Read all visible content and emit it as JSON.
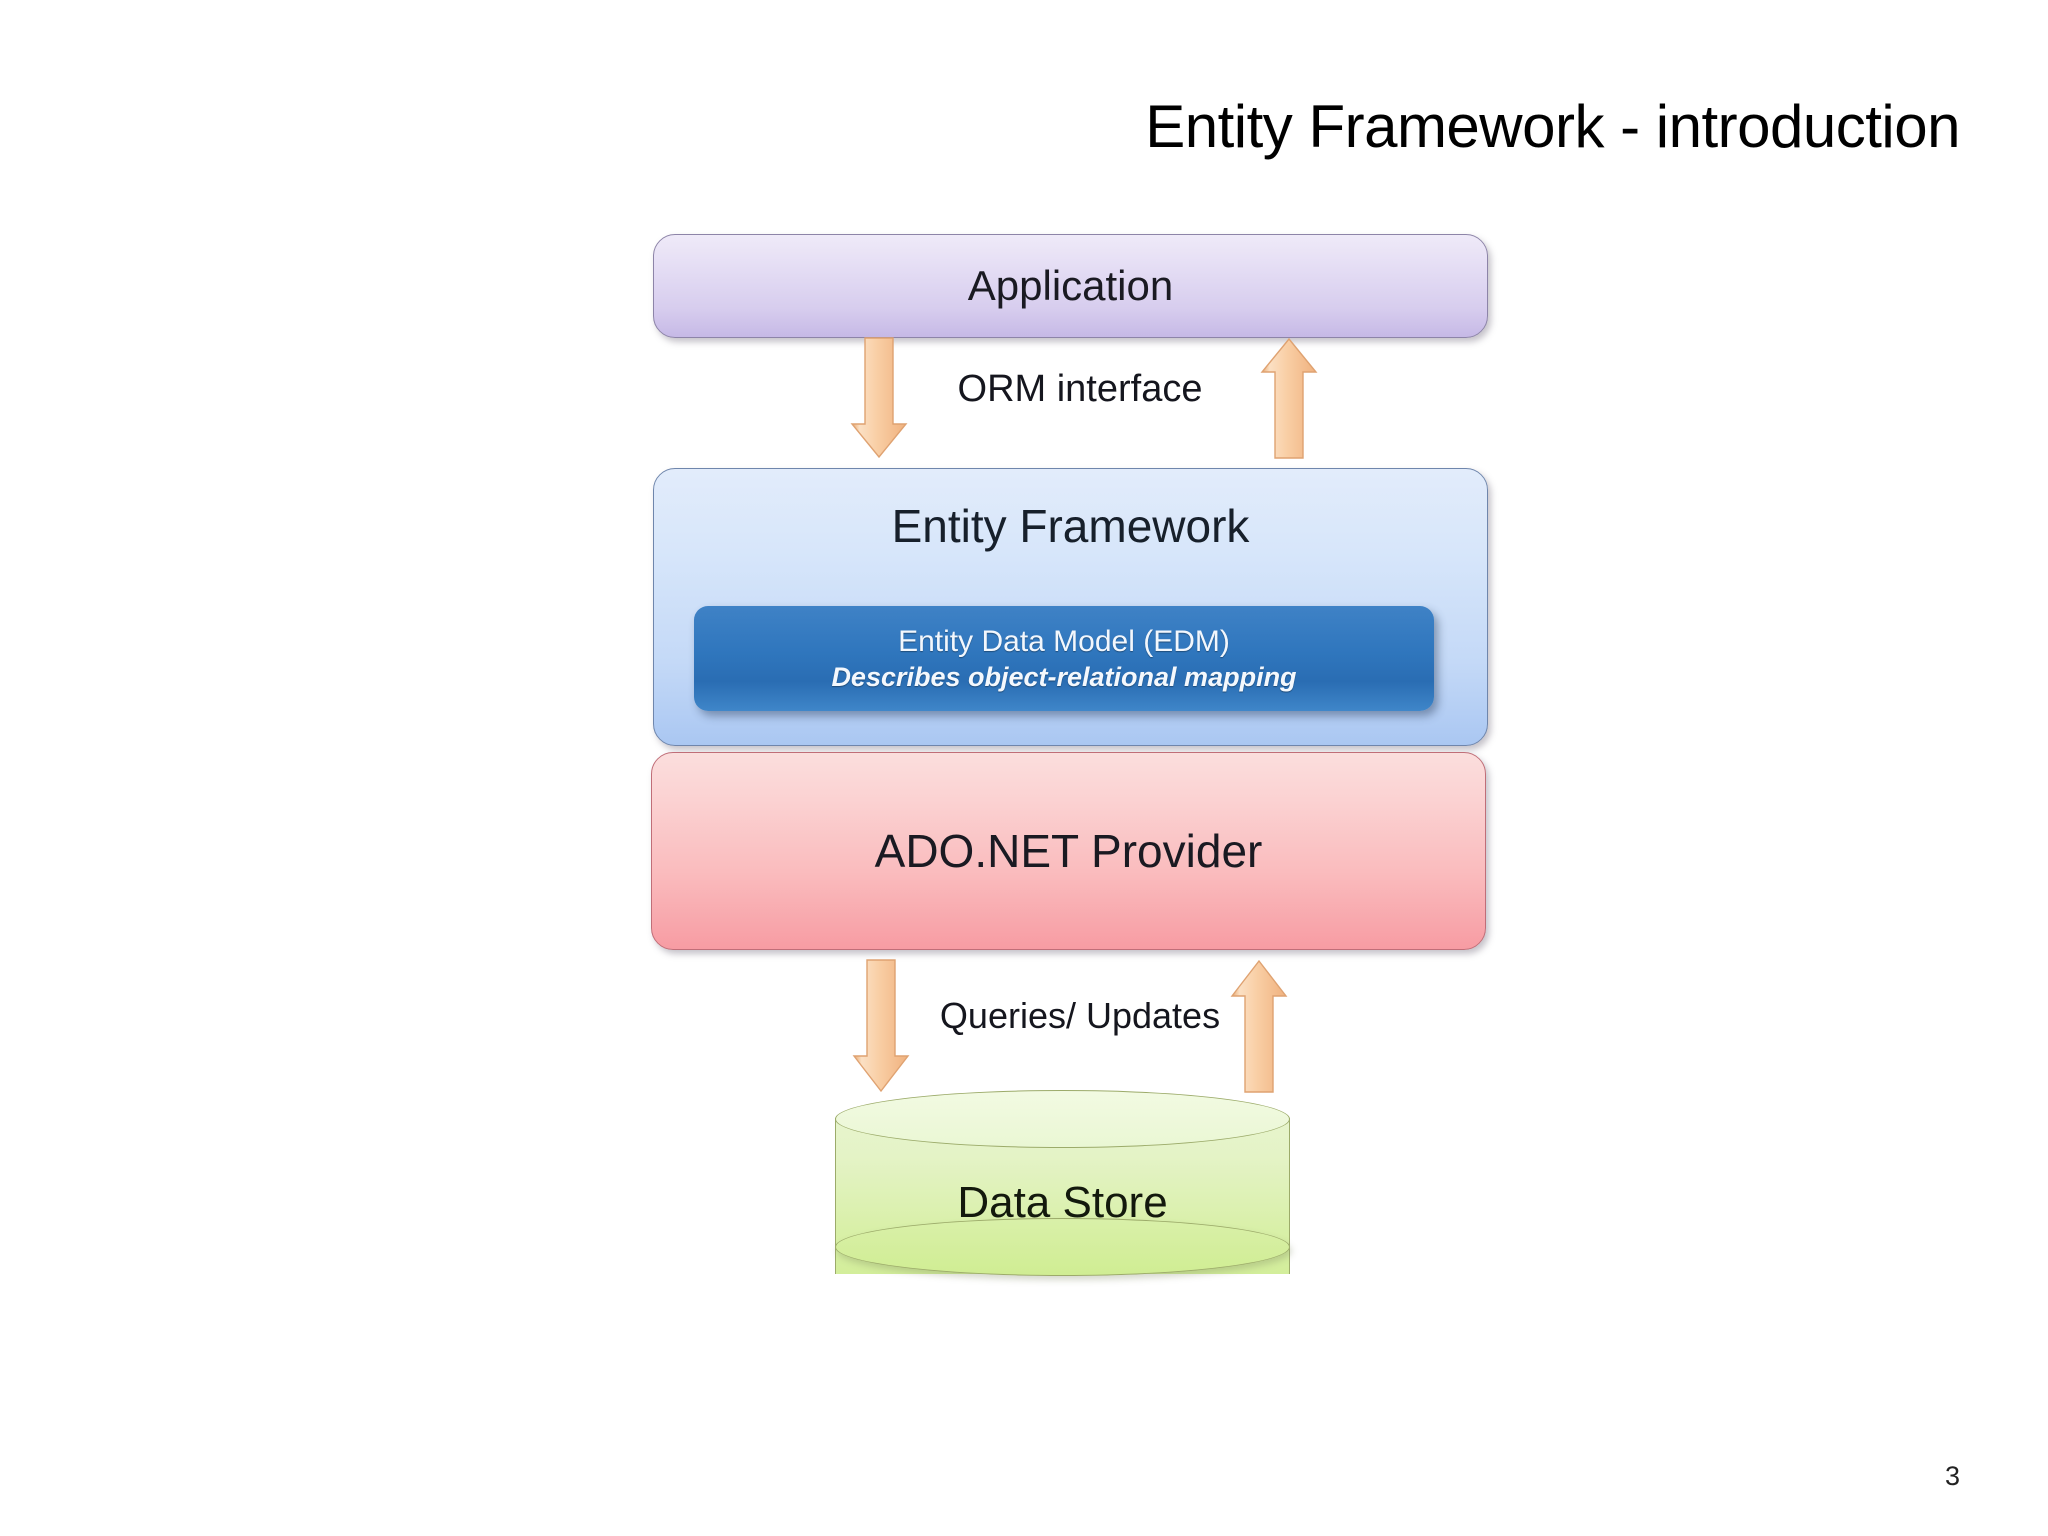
{
  "slide": {
    "title": "Entity Framework - introduction",
    "page_number": "3"
  },
  "diagram": {
    "type": "layered-architecture",
    "layers": [
      {
        "id": "application",
        "label": "Application",
        "shape": "rounded-rect",
        "fill": "#ded5f2",
        "border": "#8d84a8"
      },
      {
        "id": "entity-framework",
        "label": "Entity Framework",
        "shape": "rounded-rect",
        "fill": "#cfe1f9",
        "border": "#6f86ac",
        "inner": {
          "id": "entity-data-model",
          "title": "Entity Data Model (EDM)",
          "subtitle": "Describes object-relational mapping",
          "fill": "#2f76bd",
          "text_color": "#f2f7fd"
        }
      },
      {
        "id": "ado-net-provider",
        "label": "ADO.NET Provider",
        "shape": "rounded-rect",
        "fill": "#fac4c6",
        "border": "#c06e78"
      },
      {
        "id": "data-store",
        "label": "Data Store",
        "shape": "cylinder",
        "fill": "#ddf2b2",
        "border": "#9cab6a"
      }
    ],
    "connectors": [
      {
        "id": "orm-interface",
        "label": "ORM interface",
        "from": "application",
        "to": "entity-framework",
        "direction": "bidirectional",
        "arrow_color": "#f7c79a"
      },
      {
        "id": "queries-updates",
        "label": "Queries/ Updates",
        "from": "ado-net-provider",
        "to": "data-store",
        "direction": "bidirectional",
        "arrow_color": "#f7c79a"
      }
    ],
    "arrows": [
      {
        "id": "orm-down-arrow",
        "direction": "down"
      },
      {
        "id": "orm-up-arrow",
        "direction": "up"
      },
      {
        "id": "queries-down-arrow",
        "direction": "down"
      },
      {
        "id": "queries-up-arrow",
        "direction": "up"
      }
    ]
  }
}
